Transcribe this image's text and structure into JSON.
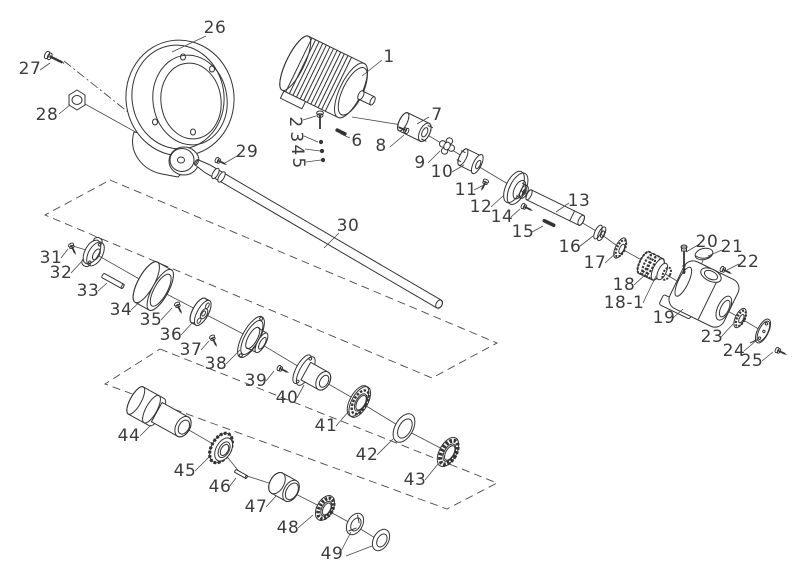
{
  "diagram_type": "exploded-parts-diagram",
  "colors": {
    "line": "#343434",
    "background": "#ffffff"
  },
  "labels": {
    "p1": "1",
    "p2": "2",
    "p3": "3",
    "p4": "4",
    "p5": "5",
    "p6": "6",
    "p7": "7",
    "p8": "8",
    "p9": "9",
    "p10": "10",
    "p11": "11",
    "p12": "12",
    "p13": "13",
    "p14": "14",
    "p15": "15",
    "p16": "16",
    "p17": "17",
    "p18": "18",
    "p18_1": "18-1",
    "p19": "19",
    "p20": "20",
    "p21": "21",
    "p22": "22",
    "p23": "23",
    "p24": "24",
    "p25": "25",
    "p26": "26",
    "p27": "27",
    "p28": "28",
    "p29": "29",
    "p30": "30",
    "p31": "31",
    "p32": "32",
    "p33": "33",
    "p34": "34",
    "p35": "35",
    "p36": "36",
    "p37": "37",
    "p38": "38",
    "p39": "39",
    "p40": "40",
    "p41": "41",
    "p42": "42",
    "p43": "43",
    "p44": "44",
    "p45": "45",
    "p46": "46",
    "p47": "47",
    "p48": "48",
    "p49": "49"
  }
}
